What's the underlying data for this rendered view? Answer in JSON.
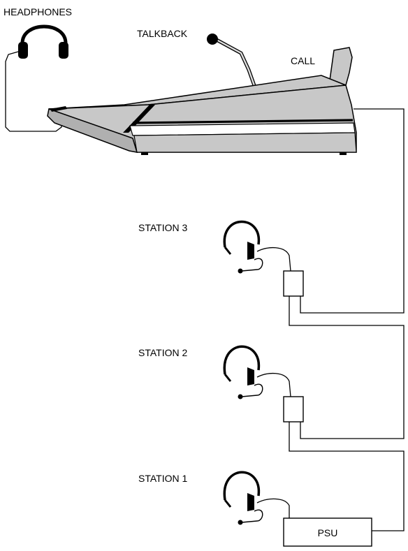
{
  "labels": {
    "headphones": "HEADPHONES",
    "talkback": "TALKBACK",
    "call": "CALL",
    "station3": "STATION 3",
    "station2": "STATION 2",
    "station1": "STATION 1",
    "psu": "PSU"
  },
  "colors": {
    "console_body": "#c8c8c8",
    "console_dark": "#9a9a9a",
    "line": "#000000",
    "stripe": "#ffffff"
  }
}
